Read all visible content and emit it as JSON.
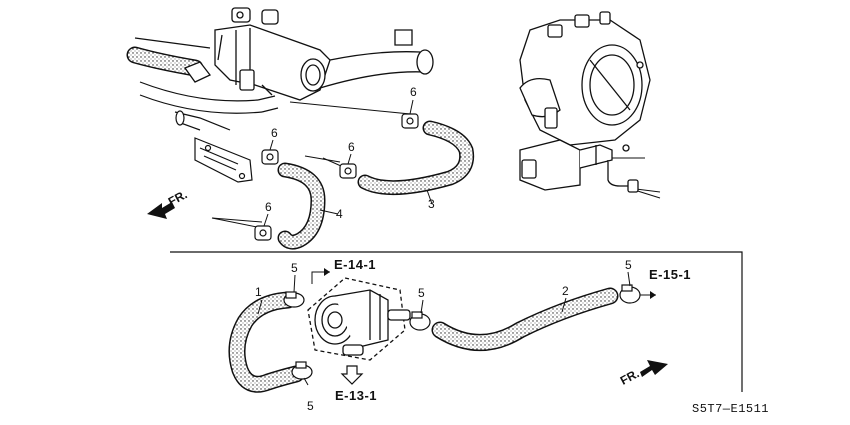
{
  "diagram": {
    "callouts": {
      "c1": "1",
      "c2": "2",
      "c3": "3",
      "c4": "4",
      "c5a": "5",
      "c5b": "5",
      "c5c": "5",
      "c5d": "5",
      "c6a": "6",
      "c6b": "6",
      "c6c": "6",
      "c6d": "6"
    },
    "references": {
      "e14": "E-14-1",
      "e13": "E-13-1",
      "e15": "E-15-1"
    },
    "front_markers": {
      "top": "FR.",
      "bottom": "FR."
    },
    "diagram_code": "S5T7—E1511"
  },
  "colors": {
    "line": "#111111",
    "hose_fill": "#d8d8d8",
    "background": "#ffffff"
  }
}
